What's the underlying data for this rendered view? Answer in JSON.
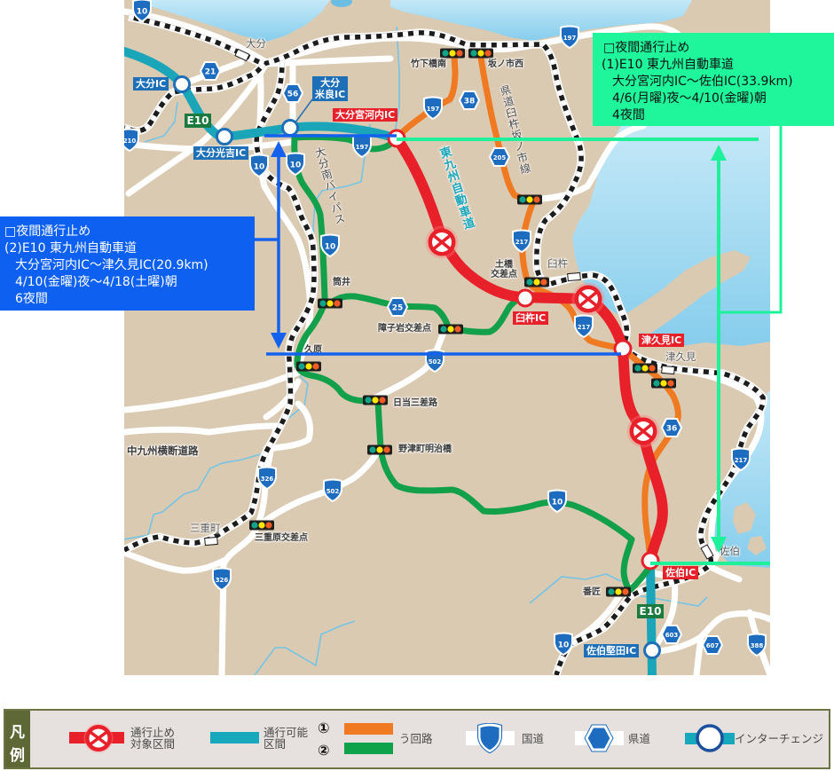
{
  "callouts": [
    {
      "header": "□夜間通行止め",
      "route": "(1)E10 東九州自動車道",
      "section": "大分宮河内IC～佐伯IC(33.9km)",
      "period": "4/6(月曜)夜～4/10(金曜)朝",
      "nights": "4夜間"
    },
    {
      "header": "□夜間通行止め",
      "route": "(2)E10 東九州自動車道",
      "section": "大分宮河内IC～津久見IC(20.9km)",
      "period": "4/10(金曜)夜～4/18(土曜)朝",
      "nights": "6夜間"
    }
  ],
  "map": {
    "interchanges": [
      {
        "name": "大分IC",
        "status": "open"
      },
      {
        "name": "大分光吉IC",
        "status": "open"
      },
      {
        "name_lines": [
          "大分",
          "米良IC"
        ],
        "status": "open"
      },
      {
        "name": "大分宮河内IC",
        "status": "closed"
      },
      {
        "name": "臼杵IC",
        "status": "closed"
      },
      {
        "name": "津久見IC",
        "status": "closed"
      },
      {
        "name": "佐伯IC",
        "status": "closed"
      },
      {
        "name": "佐伯堅田IC",
        "status": "open"
      }
    ],
    "expressway_badges": [
      "E10",
      "E10"
    ],
    "road_names": {
      "expressway": "東九州自動車道",
      "bypass": "大分南バイパス",
      "prefectural_road": "県道臼杵坂ノ市線",
      "cross_kyushu": "中九州横断道路"
    },
    "places": [
      {
        "name": "大分"
      },
      {
        "name": "臼杵"
      },
      {
        "name": "津久見"
      },
      {
        "name": "佐伯"
      },
      {
        "name": "三重町"
      }
    ],
    "intersections": [
      {
        "name": "竹下橋南"
      },
      {
        "name": "坂ノ市西"
      },
      {
        "name_lines": [
          "土橋",
          "交差点"
        ]
      },
      {
        "name": "筒井"
      },
      {
        "name": "障子岩交差点"
      },
      {
        "name": "久原"
      },
      {
        "name": "日当三差路"
      },
      {
        "name": "野津町明治橋"
      },
      {
        "name": "三重原交差点"
      },
      {
        "name": "番匠"
      }
    ],
    "national_routes": [
      "10",
      "10",
      "10",
      "10",
      "10",
      "10",
      "197",
      "197",
      "197",
      "210",
      "217",
      "217",
      "217",
      "502",
      "502",
      "326",
      "326",
      "388"
    ],
    "prefectural_routes": [
      "21",
      "56",
      "38",
      "205",
      "25",
      "36",
      "603",
      "607"
    ]
  },
  "legend": {
    "title_chars": [
      "凡",
      "例"
    ],
    "items": [
      {
        "icon": "closure-icon",
        "label_lines": [
          "通行止め",
          "対象区間"
        ]
      },
      {
        "icon": "open-section-bar",
        "label_lines": [
          "通行可能",
          "区間"
        ]
      },
      {
        "icon": "detour-bars",
        "markers": [
          "①",
          "②"
        ],
        "label": "う回路"
      },
      {
        "icon": "national-road-shield-icon",
        "label": "国道"
      },
      {
        "icon": "prefectural-road-hexagon-icon",
        "label": "県道"
      },
      {
        "icon": "interchange-icon",
        "label": "インターチェンジ"
      }
    ]
  },
  "colors": {
    "closed_section": "#e8202a",
    "open_expressway": "#1ba5b8",
    "detour_1": "#f07a22",
    "detour_2": "#13a04b",
    "callout_1": "#1ff59b",
    "callout_2": "#0d60f0",
    "route_shield": "#1d6cc0",
    "land": "#dbcab2",
    "sea": "#8fd1ee"
  }
}
